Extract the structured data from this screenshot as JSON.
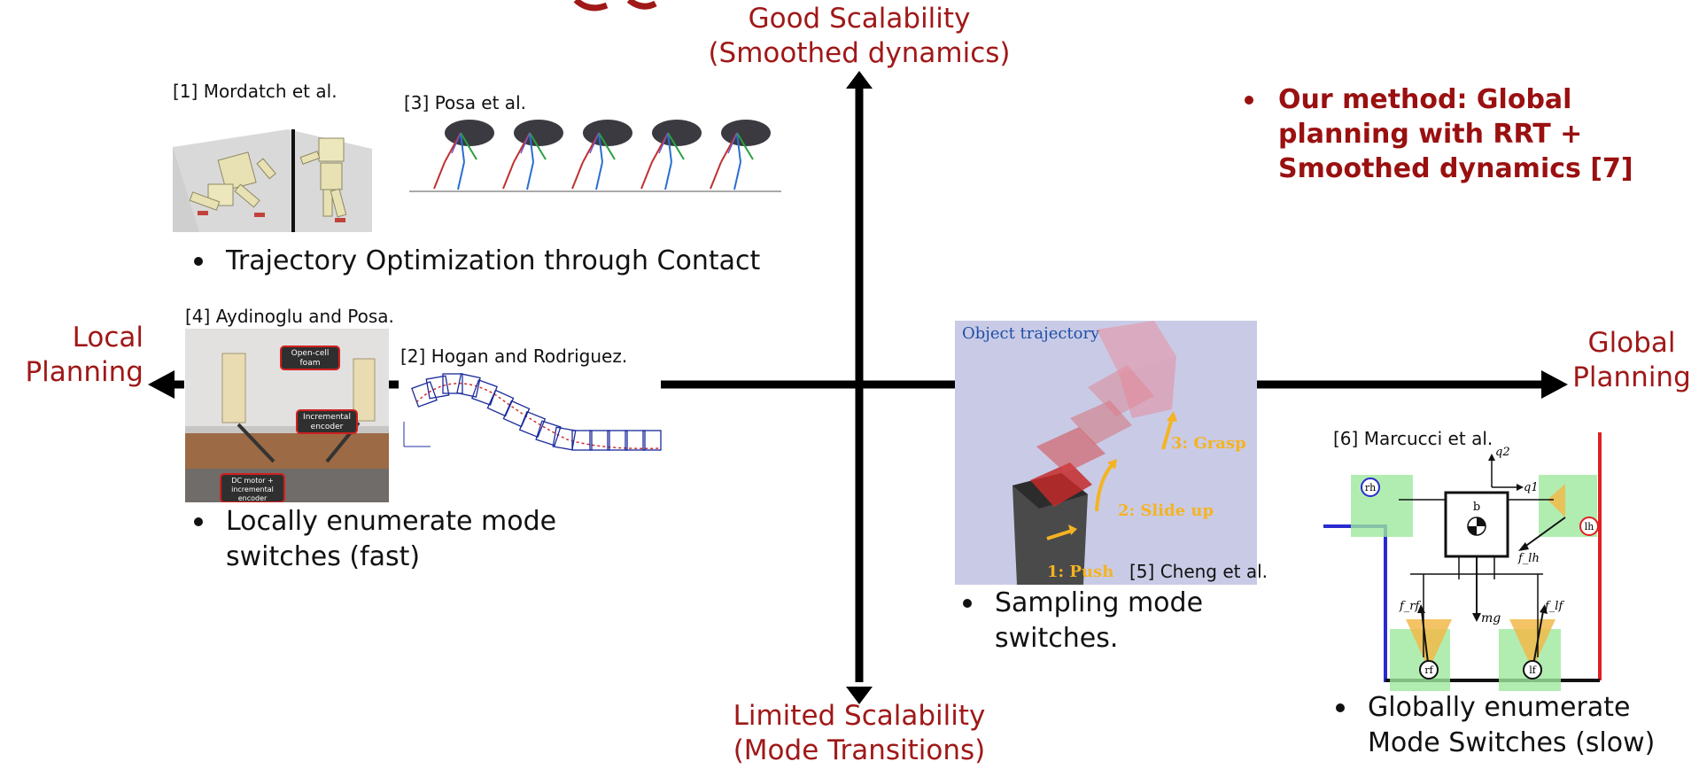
{
  "axes": {
    "top": [
      "Good Scalability",
      "(Smoothed dynamics)"
    ],
    "bottom": [
      "Limited Scalability",
      "(Mode Transitions)"
    ],
    "left": [
      "Local",
      "Planning"
    ],
    "right": [
      "Global",
      "Planning"
    ]
  },
  "refs": {
    "mordatch": "[1] Mordatch et al.",
    "posa": "[3] Posa et al.",
    "aydinoglu": "[4] Aydinoglu and Posa.",
    "hogan": "[2] Hogan and Rodriguez.",
    "cheng": "[5] Cheng et al.",
    "marcucci": "[6] Marcucci et al."
  },
  "bullets": {
    "traj_opt": "Trajectory Optimization through Contact",
    "local_enum": [
      "Locally enumerate mode",
      "switches  (fast)"
    ],
    "sampling": [
      "Sampling mode",
      "switches."
    ],
    "global_enum": [
      "Globally enumerate",
      "Mode Switches (slow)"
    ],
    "our_method": [
      "Our method: Global",
      "planning with RRT +",
      "Smoothed dynamics [7]"
    ]
  },
  "aydinoglu_callouts": [
    "Open-cell",
    "foam",
    "Incremental",
    "encoder",
    "DC motor +",
    "incremental",
    "encoder"
  ],
  "cheng_figure": {
    "title": "Object trajectory",
    "steps": [
      "1: Push",
      "2: Slide up",
      "3: Grasp"
    ]
  },
  "marcucci_figure": {
    "labels": [
      "rh",
      "lh",
      "rf",
      "lf",
      "b",
      "q1",
      "q2",
      "f_lh",
      "f_rf",
      "f_lf",
      "mg"
    ]
  },
  "colors": {
    "axis_label": "#a01818",
    "method_text": "#9a1010"
  }
}
